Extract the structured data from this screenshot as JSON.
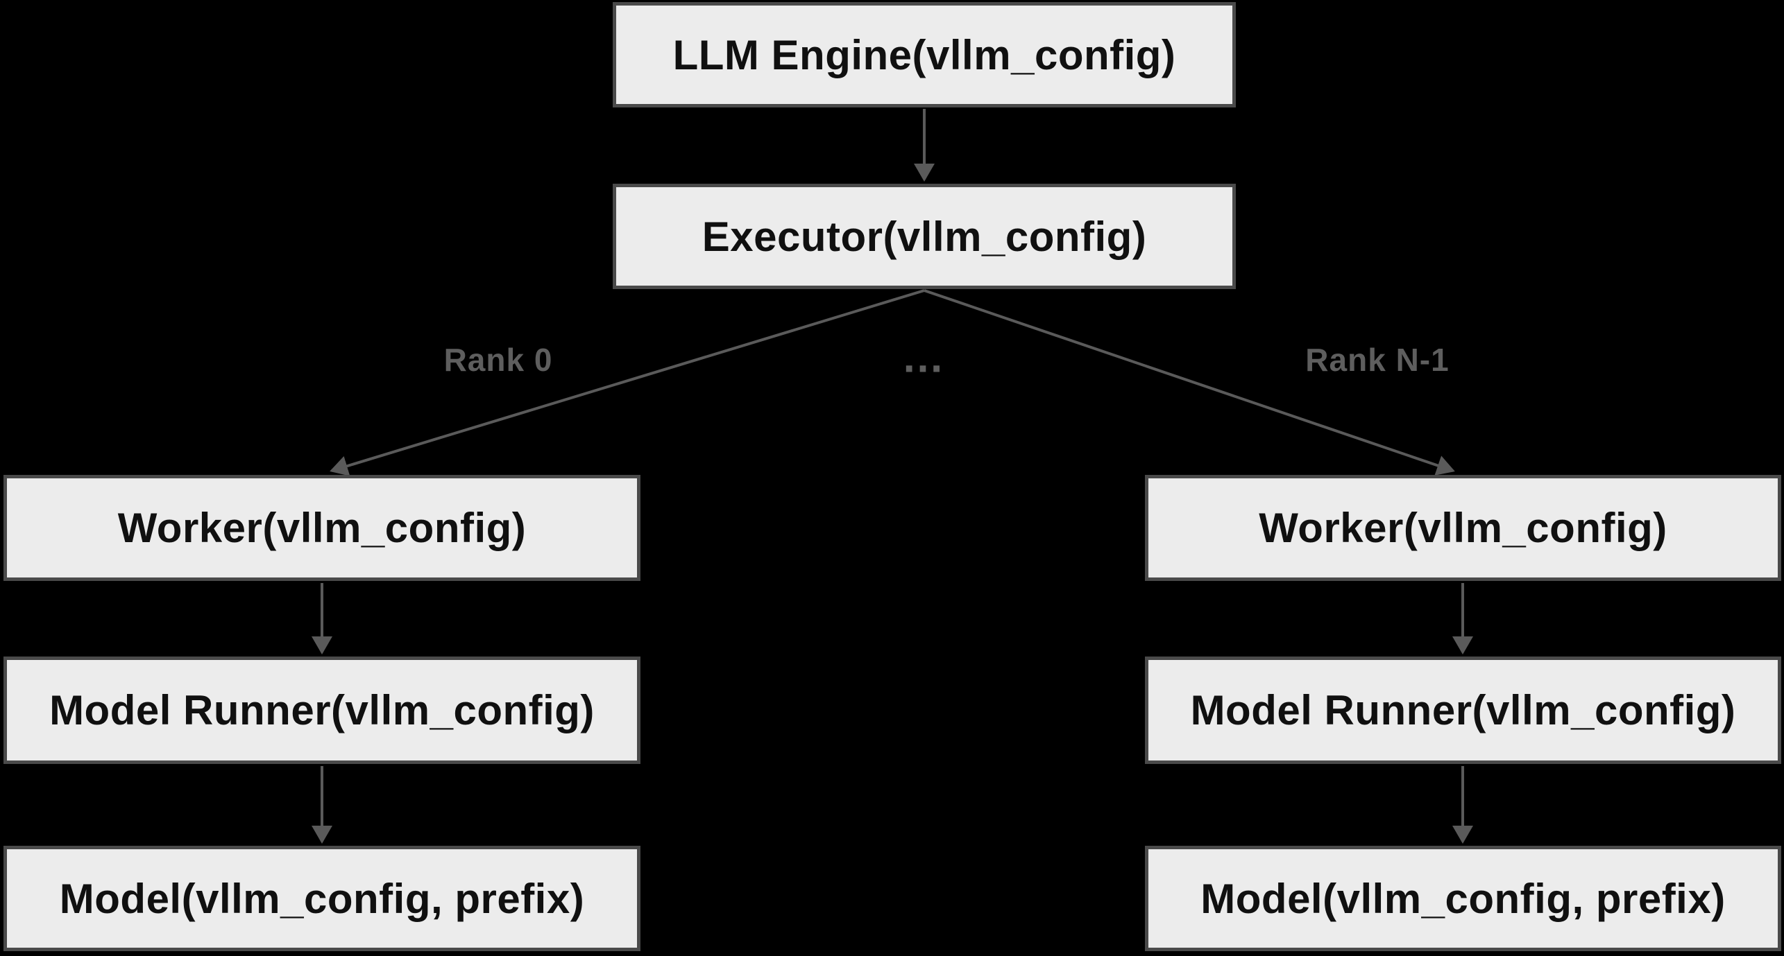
{
  "diagram": {
    "title": "LLM Engine / Executor / Worker architecture diagram",
    "colors": {
      "background": "#000000",
      "node_fill": "#ececec",
      "node_border": "#4a4a4a",
      "node_text": "#101010",
      "edge": "#5a5a5a",
      "edge_label_text": "#5e5e5e"
    },
    "nodes": {
      "llm_engine": {
        "label": "LLM Engine(vllm_config)"
      },
      "executor": {
        "label": "Executor(vllm_config)"
      },
      "worker_left": {
        "label": "Worker(vllm_config)"
      },
      "model_runner_left": {
        "label": "Model Runner(vllm_config)"
      },
      "model_left": {
        "label": "Model(vllm_config, prefix)"
      },
      "worker_right": {
        "label": "Worker(vllm_config)"
      },
      "model_runner_right": {
        "label": "Model Runner(vllm_config)"
      },
      "model_right": {
        "label": "Model(vllm_config, prefix)"
      }
    },
    "edge_labels": {
      "rank_0": "Rank 0",
      "rank_n_1": "Rank N-1",
      "ellipsis": "…"
    },
    "edges": [
      {
        "from": "llm_engine",
        "to": "executor",
        "label": ""
      },
      {
        "from": "executor",
        "to": "worker_left",
        "label": "Rank 0"
      },
      {
        "from": "executor",
        "to": "worker_right",
        "label": "Rank N-1"
      },
      {
        "from": "worker_left",
        "to": "model_runner_left",
        "label": ""
      },
      {
        "from": "model_runner_left",
        "to": "model_left",
        "label": ""
      },
      {
        "from": "worker_right",
        "to": "model_runner_right",
        "label": ""
      },
      {
        "from": "model_runner_right",
        "to": "model_right",
        "label": ""
      }
    ]
  }
}
